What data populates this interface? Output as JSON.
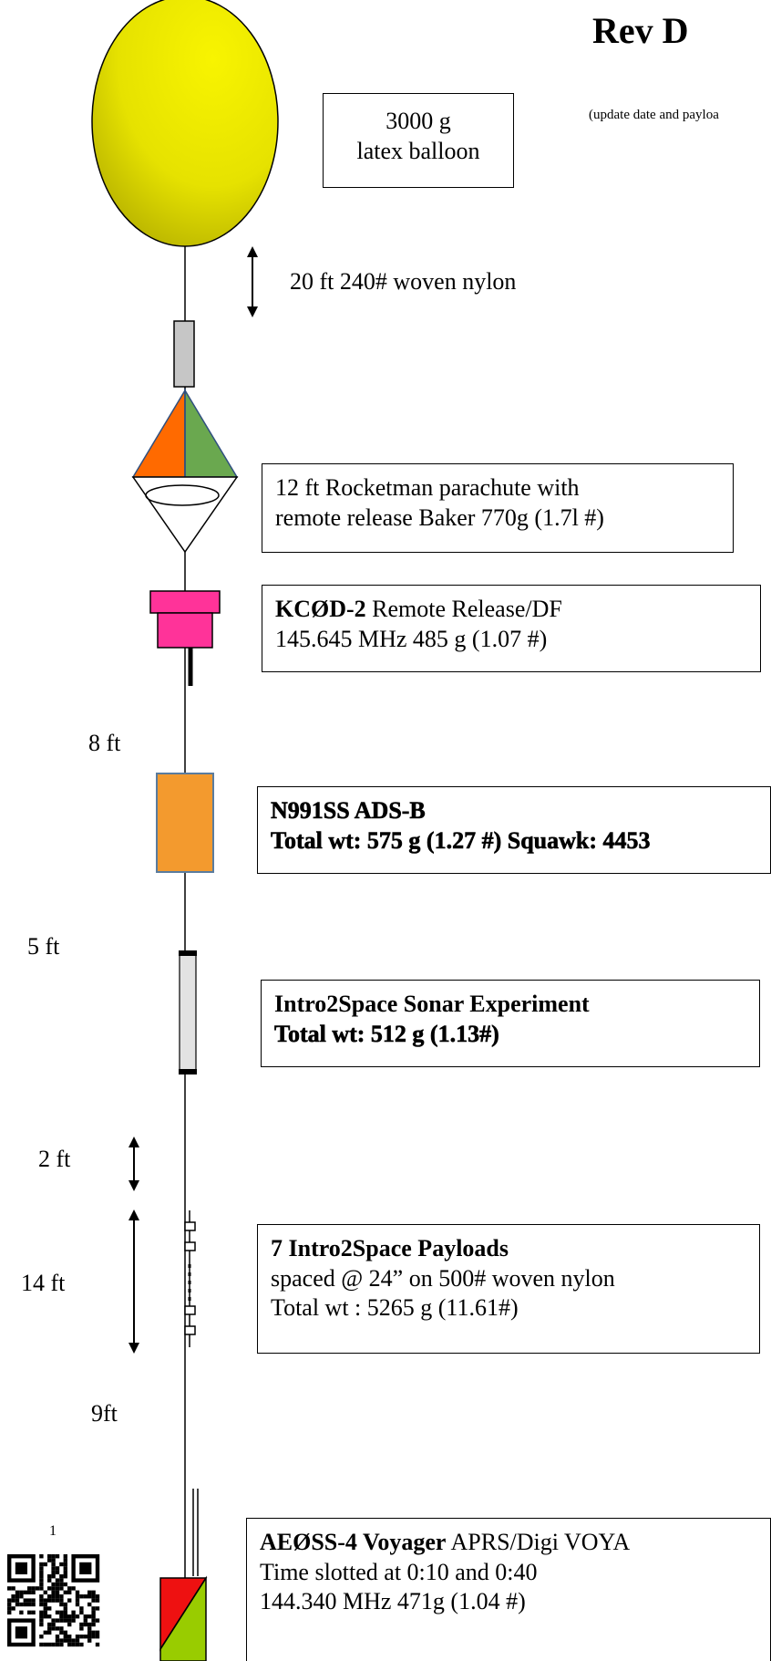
{
  "header": {
    "revision": "Rev D",
    "update_note": "(update date and payloa"
  },
  "balloon": {
    "line1": "3000 g",
    "line2": "latex balloon"
  },
  "tether_top": {
    "label": "20 ft 240# woven nylon"
  },
  "parachute": {
    "line1": "12 ft Rocketman parachute with",
    "line2": "remote release Baker 770g (1.7l #)"
  },
  "release": {
    "name": "KCØD-2",
    "line1_rest": " Remote Release/DF",
    "line2": "145.645 MHz 485 g (1.07 #)"
  },
  "spacings": {
    "s1": "8 ft",
    "s2": "5  ft",
    "s3": "2 ft",
    "s4": "14 ft",
    "s5": "9ft"
  },
  "adsb": {
    "line1": "N991SS ADS-B",
    "line2": "Total wt:  575 g (1.27 #) Squawk: 4453"
  },
  "sonar": {
    "line1": "Intro2Space Sonar Experiment",
    "line2": "Total wt:  512 g (1.13#)"
  },
  "payloads": {
    "line1": "7 Intro2Space Payloads",
    "line2": "spaced @ 24” on 500# woven nylon",
    "line3": "Total wt : 5265 g   (11.61#)"
  },
  "voyager": {
    "name": "AEØSS-4 Voyager",
    "line1_rest": " APRS/Digi  VOYA",
    "line2": "Time slotted at 0:10 and 0:40",
    "line3": "144.340 MHz   471g (1.04 #)"
  },
  "qr": {
    "page_number": "1"
  },
  "colors": {
    "balloon": "#f2ee00",
    "parachute_left": "#ff6a00",
    "parachute_right": "#6aa84f",
    "release_box": "#ff3399",
    "adsb_box": "#f39a2e",
    "voyager_red": "#ee1111",
    "voyager_green": "#99cc00"
  }
}
